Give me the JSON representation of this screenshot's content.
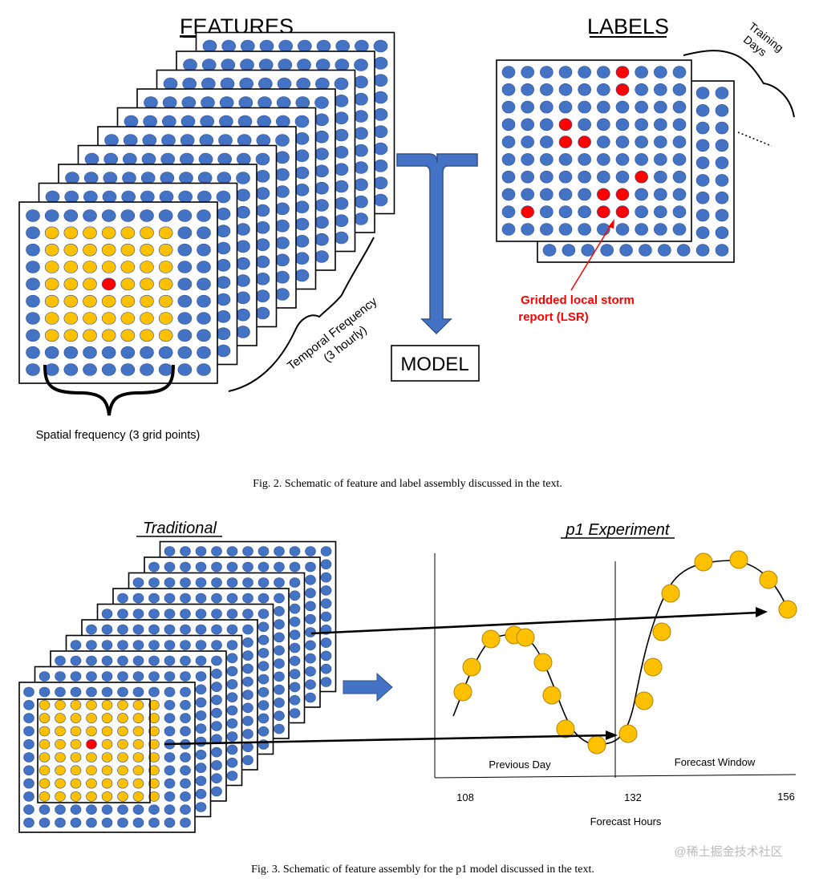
{
  "fig2": {
    "features_title": "FEATURES",
    "labels_title": "LABELS",
    "training_days": [
      "Training",
      "Days"
    ],
    "temporal_frequency": [
      "Temporal Frequency",
      "(3 hourly)"
    ],
    "spatial_frequency": "Spatial frequency (3 grid points)",
    "model_label": "MODEL",
    "lsr_label": [
      "Gridded local storm",
      "report (LSR)"
    ],
    "caption": "Fig. 2. Schematic of feature and label assembly discussed in the text."
  },
  "fig3": {
    "traditional_title": "Traditional",
    "p1_title": "p1 Experiment",
    "previous_day": "Previous Day",
    "forecast_window": "Forecast Window",
    "axis_title": "Forecast Hours",
    "tick_labels": [
      "108",
      "132",
      "156"
    ],
    "caption": "Fig. 3. Schematic of feature assembly for the p1 model discussed in the text."
  },
  "watermark": "@稀土掘金技术社区",
  "colors": {
    "grid_dot": "#4472c4",
    "grid_dot_stroke": "#2f528f",
    "feature_dot": "#ffc000",
    "target_dot": "#ff0000",
    "arrow_blue": "#4472c4",
    "lsr_text": "#ff0000",
    "orange_circle": "#ffc000"
  }
}
